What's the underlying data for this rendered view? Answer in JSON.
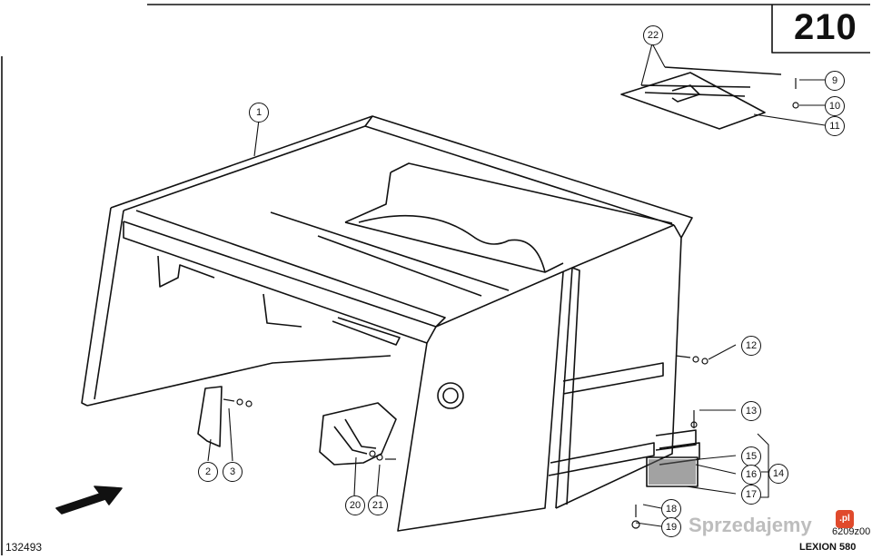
{
  "header": {
    "page_number": "210"
  },
  "footer": {
    "drawing_id": "132493",
    "model": "LEXION 580",
    "ref_code": "6209z00"
  },
  "watermark": {
    "text": "Sprzedajemy",
    "badge": ".pl"
  },
  "callouts": {
    "c1": "1",
    "c2": "2",
    "c3": "3",
    "c9": "9",
    "c10": "10",
    "c11": "11",
    "c12": "12",
    "c13": "13",
    "c14": "14",
    "c15": "15",
    "c16": "16",
    "c17": "17",
    "c18": "18",
    "c19": "19",
    "c20": "20",
    "c21": "21",
    "c22": "22"
  },
  "icons": {
    "arrow": "direction-arrow-icon"
  }
}
